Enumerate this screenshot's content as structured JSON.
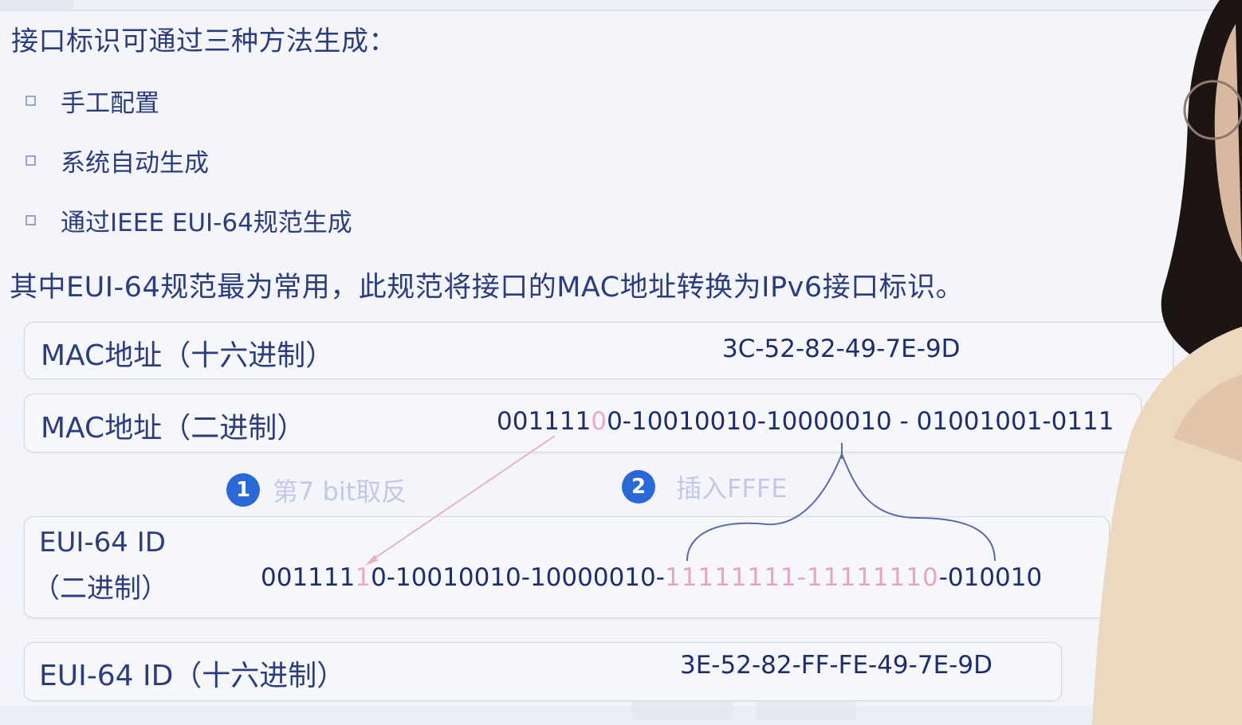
{
  "slide": {
    "heading": "接口标识可通过三种方法生成：",
    "bullets": [
      {
        "text": "手工配置"
      },
      {
        "text": "系统自动生成"
      },
      {
        "text": "通过IEEE EUI-64规范生成"
      }
    ],
    "note": "其中EUI-64规范最为常用，此规范将接口的MAC地址转换为IPv6接口标识。"
  },
  "table": {
    "mac_hex": {
      "label": "MAC地址（十六进制）",
      "value": "3C-52-82-49-7E-9D"
    },
    "mac_bin": {
      "label": "MAC地址（二进制）",
      "value_pre": "001111",
      "value_bit": "0",
      "value_post": "0-10010010-10000010 - 01001001-0111"
    },
    "steps": [
      {
        "number": "1",
        "text": "第7 bit取反"
      },
      {
        "number": "2",
        "text": "插入FFFE"
      }
    ],
    "eui_bin": {
      "label_line1": "EUI-64 ID",
      "label_line2": "（二进制）",
      "value_pre": "001111",
      "value_bit": "1",
      "value_mid": "0-10010010-10000010-",
      "value_fffe": "11111111-11111110",
      "value_post": "-010010"
    },
    "eui_hex": {
      "label": "EUI-64 ID（十六进制）",
      "value": "3E-52-82-FF-FE-49-7E-9D"
    }
  },
  "colors": {
    "text": "#2c3d7c",
    "highlight": "#e9a9c9",
    "badge": "#2a68d8",
    "step_text": "#c3c8e8"
  }
}
